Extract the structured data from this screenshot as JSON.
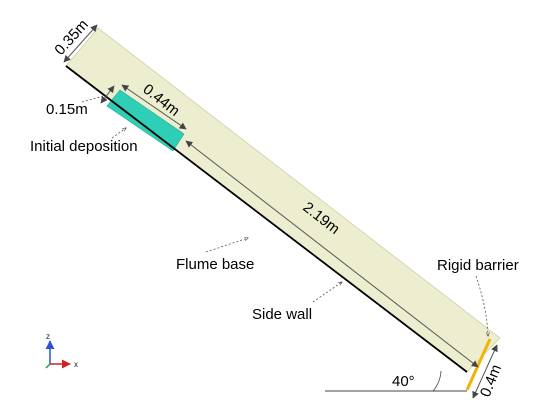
{
  "diagram": {
    "dimensions": {
      "flume_width": "0.35m",
      "deposition_offset": "0.15m",
      "deposition_length": "0.44m",
      "flume_length": "2.19m",
      "barrier_width": "0.4m"
    },
    "labels": {
      "initial_deposition": "Initial deposition",
      "flume_base": "Flume base",
      "side_wall": "Side wall",
      "rigid_barrier": "Rigid barrier",
      "angle": "40°"
    },
    "axes": {
      "z": "z",
      "x": "x"
    },
    "colors": {
      "flume": "#ededcf",
      "deposition": "#2ecfb6",
      "barrier": "#f2b400",
      "base_line": "#000000",
      "dim_line": "#555555",
      "axis_z": "#2b4fd8",
      "axis_x": "#cc2222"
    }
  }
}
